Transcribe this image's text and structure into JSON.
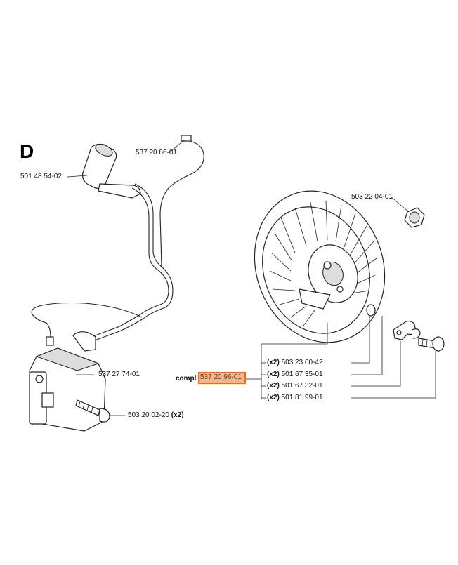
{
  "section": "D",
  "labels": {
    "p1": "537 20 86-01",
    "p2": "501 48 54-02",
    "p3": "503 22 04-01",
    "p4": "537 27 74-01",
    "p5": "503 20 02-20",
    "p5_qty": "(x2)",
    "p6": "503 23 00-42",
    "p7": "501 67 35-01",
    "p8": "501 67 32-01",
    "p9": "501 81 99-01",
    "q6": "(x2)",
    "q7": "(x2)",
    "q8": "(x2)",
    "q9": "(x2)"
  },
  "compl": {
    "prefix": "compl",
    "part": "537 20 96-01"
  },
  "colors": {
    "highlight_border": "#ef6a1f",
    "highlight_fill": "#f9b487"
  }
}
